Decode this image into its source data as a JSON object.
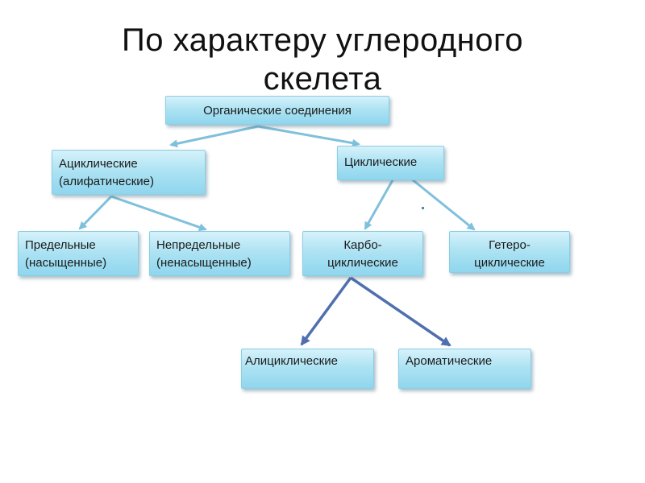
{
  "slide": {
    "title": "По характеру  углеродного скелета"
  },
  "diagram": {
    "root": {
      "label": "Органические соединения"
    },
    "acyclic": {
      "line1": "Ациклические",
      "line2": "(алифатические)"
    },
    "cyclic": {
      "label": "Циклические"
    },
    "saturated": {
      "line1": "Предельные",
      "line2": "(насыщенные)"
    },
    "unsaturated": {
      "line1": "Непредельные",
      "line2": "(ненасыщенные)"
    },
    "carbocyclic": {
      "line1": "Карбо-",
      "line2": "циклические"
    },
    "heterocyclic": {
      "line1": "Гетеро-",
      "line2": "циклические"
    },
    "alicyclic": {
      "label": "Алициклические"
    },
    "aromatic": {
      "label": "Ароматические"
    }
  },
  "colors": {
    "box_fill_top": "#d6f2fb",
    "box_fill_bottom": "#8fd6ee",
    "arrow_light": "#7fc0dc",
    "arrow_dark": "#4f6fae"
  }
}
